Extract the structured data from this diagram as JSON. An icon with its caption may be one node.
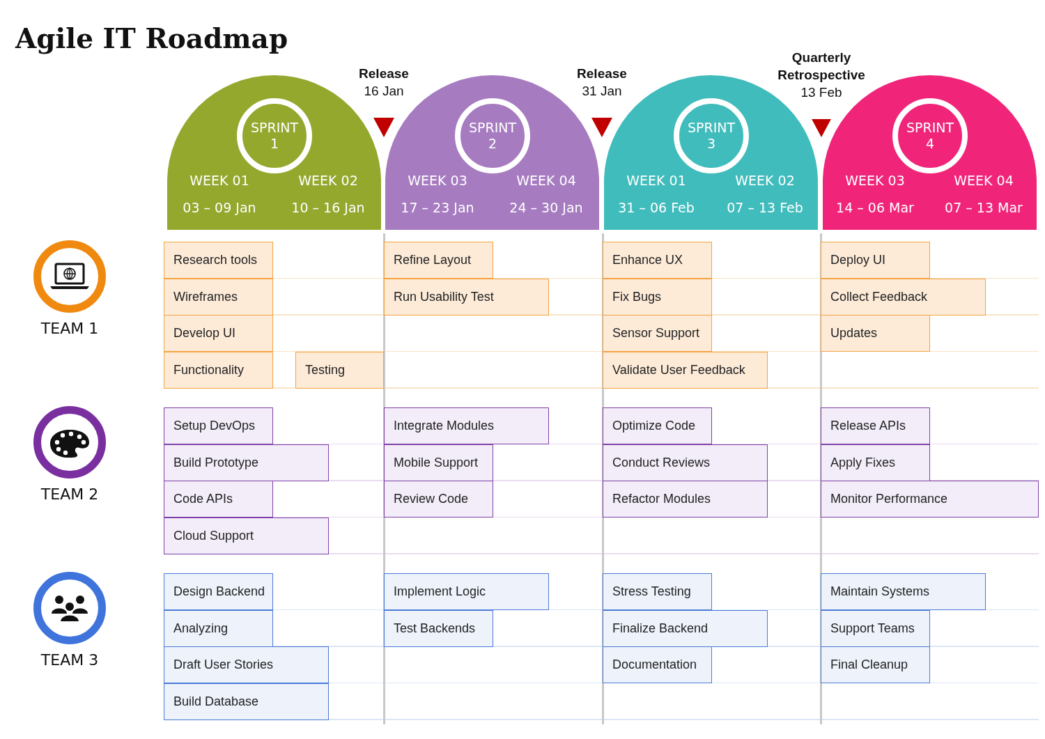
{
  "diagram": {
    "title": "Agile IT Roadmap",
    "nodes": [
      {
        "text": [
          "WEEK 01",
          "03 – 09 Jan",
          "WEEK 02",
          "10 – 16 Jan"
        ]
      },
      {
        "text": [
          "SPRINT 1"
        ],
        "in": 0
      },
      {
        "text": [
          "Release",
          "16 Jan"
        ]
      },
      {
        "text": [
          "WEEK 03",
          "17 – 23 Jan",
          "WEEK 04",
          "24 – 30 Jan"
        ]
      },
      {
        "text": [
          "SPRINT 2"
        ],
        "in": 3
      },
      {
        "text": [
          "Release",
          "31 Jan"
        ]
      },
      {
        "text": [
          "WEEK 01",
          "31 – 06 Feb",
          "WEEK 02",
          "07 – 13 Feb"
        ]
      },
      {
        "text": [
          "SPRINT 3"
        ],
        "in": 6
      },
      {
        "text": [
          "Quarterly Retrospective",
          "13 Feb"
        ]
      },
      {
        "text": [
          "WEEK 03",
          "14 – 06 Mar",
          "WEEK 04",
          "07 – 13 Mar"
        ]
      },
      {
        "text": [
          "SPRINT 4"
        ],
        "in": 9
      },
      {
        "text": [
          "TEAM 1"
        ]
      },
      {
        "text": [
          "Research tools"
        ]
      },
      {
        "text": [
          "Refine Layout"
        ]
      },
      {
        "text": [
          "Enhance UX"
        ]
      },
      {
        "text": [
          "Deploy UI"
        ]
      },
      {
        "text": [
          "Wireframes"
        ]
      },
      {
        "text": [
          "Run Usability Test"
        ]
      },
      {
        "text": [
          "Fix Bugs"
        ]
      },
      {
        "text": [
          "Collect Feedback"
        ]
      },
      {
        "text": [
          "Develop UI"
        ]
      },
      {
        "text": [
          "Sensor Support"
        ]
      },
      {
        "text": [
          "Updates"
        ]
      },
      {
        "text": [
          "Functionality"
        ]
      },
      {
        "text": [
          "Testing"
        ]
      },
      {
        "text": [
          "Validate User Feedback"
        ]
      },
      {
        "text": [
          "TEAM 2"
        ]
      },
      {
        "text": [
          "Setup DevOps"
        ]
      },
      {
        "text": [
          "Integrate Modules"
        ]
      },
      {
        "text": [
          "Optimize Code"
        ]
      },
      {
        "text": [
          "Release APIs"
        ]
      },
      {
        "text": [
          "Build Prototype"
        ]
      },
      {
        "text": [
          "Mobile Support"
        ]
      },
      {
        "text": [
          "Conduct Reviews"
        ]
      },
      {
        "text": [
          "Apply Fixes"
        ]
      },
      {
        "text": [
          "Code APIs"
        ]
      },
      {
        "text": [
          "Review Code"
        ]
      },
      {
        "text": [
          "Refactor Modules"
        ]
      },
      {
        "text": [
          "Monitor Performance"
        ]
      },
      {
        "text": [
          "Cloud Support"
        ]
      },
      {
        "text": [
          "TEAM 3"
        ]
      },
      {
        "text": [
          "Design Backend"
        ]
      },
      {
        "text": [
          "Implement Logic"
        ]
      },
      {
        "text": [
          "Stress Testing"
        ]
      },
      {
        "text": [
          "Maintain Systems"
        ]
      },
      {
        "text": [
          "Analyzing"
        ]
      },
      {
        "text": [
          "Test Backends"
        ]
      },
      {
        "text": [
          "Finalize Backend"
        ]
      },
      {
        "text": [
          "Support Teams"
        ]
      },
      {
        "text": [
          "Draft User Stories"
        ]
      },
      {
        "text": [
          "Documentation"
        ]
      },
      {
        "text": [
          "Final Cleanup"
        ]
      },
      {
        "text": [
          "Build Database"
        ]
      }
    ]
  }
}
